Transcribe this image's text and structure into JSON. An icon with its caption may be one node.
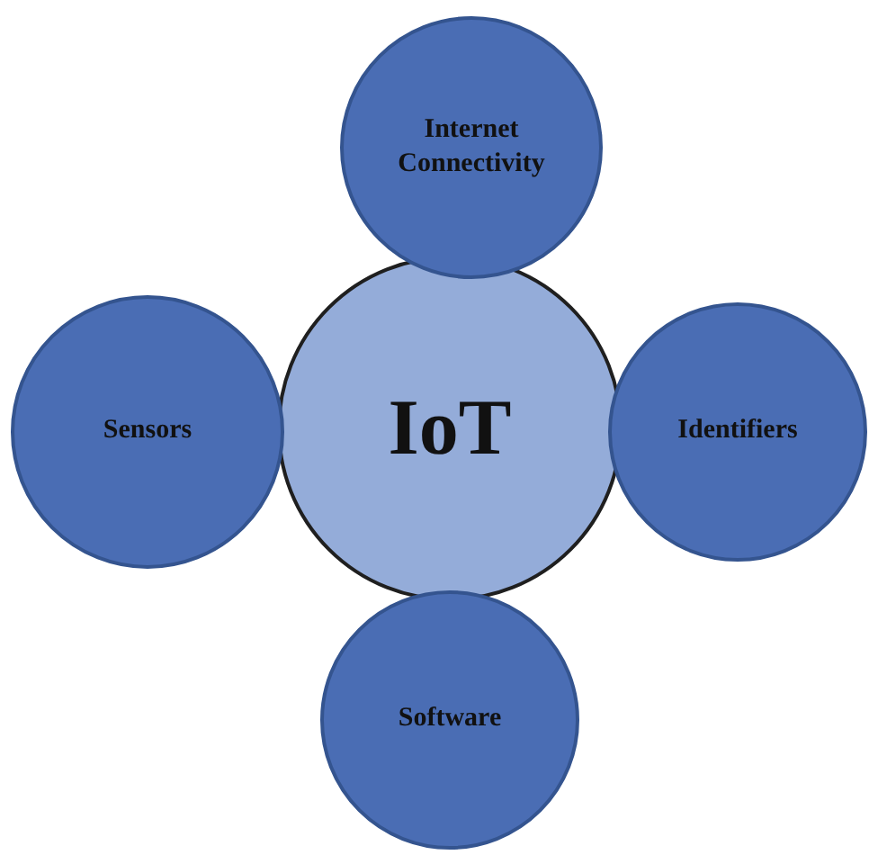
{
  "diagram": {
    "nodes": [
      {
        "text": [
          "Internet Connectivity"
        ]
      },
      {
        "text": [
          "Sensors"
        ]
      },
      {
        "text": [
          "IoT"
        ]
      },
      {
        "text": [
          "Identifiers"
        ]
      },
      {
        "text": [
          "Software"
        ]
      }
    ]
  }
}
